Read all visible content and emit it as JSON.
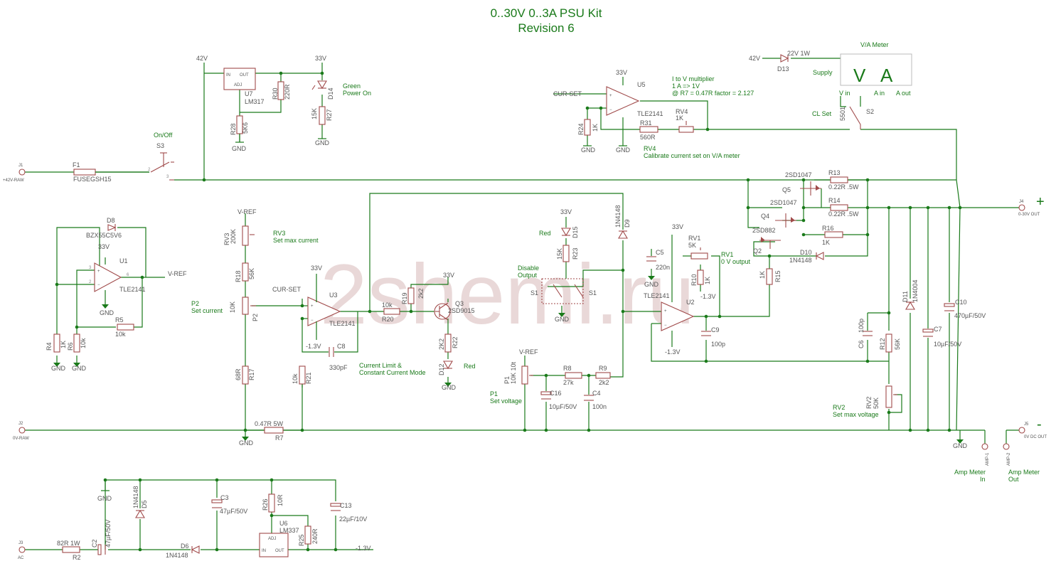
{
  "title": {
    "line1": "0..30V 0..3A PSU Kit",
    "line2": "Revision 6"
  },
  "watermark": "2shemi.ru",
  "colors": {
    "wire": "#1a7a1a",
    "component": "#a04a4a",
    "text": "#555555",
    "watermark": "#e2cccc"
  },
  "connectors": [
    {
      "ref": "J1",
      "name": "+42V-RAW"
    },
    {
      "ref": "J2",
      "name": "0V-RAW"
    },
    {
      "ref": "J3",
      "name": "AC"
    },
    {
      "ref": "J4",
      "name": "0-30V OUT",
      "sign": "+"
    },
    {
      "ref": "J5",
      "name": "0V DC OUT",
      "sign": "-"
    },
    {
      "ref": "AMP-1",
      "caption1": "Amp Meter",
      "caption2": "In"
    },
    {
      "ref": "AMP-2",
      "caption1": "Amp Meter",
      "caption2": "Out"
    }
  ],
  "nets": {
    "v42a": "42V",
    "v42b": "42V",
    "v33a": "33V",
    "v33b": "33V",
    "v33c": "33V",
    "v33d": "33V",
    "v33e": "33V",
    "v33f": "33V",
    "vref1": "V-REF",
    "vref2": "V-REF",
    "vref3": "V-REF",
    "curset1": "CUR-SET",
    "curset2": "CUR-SET",
    "neg1": "-1.3V",
    "neg2": "-1.3V",
    "neg3": "-1.3V",
    "neg4": "-1.3V",
    "gnd": "GND"
  },
  "fuse": {
    "ref": "F1",
    "value": "FUSEGSH15"
  },
  "switches": {
    "s3": {
      "ref": "S3",
      "label": "On/Off"
    },
    "s1": {
      "ref": "S1",
      "label1": "Disable",
      "label2": "Output"
    },
    "s2": {
      "ref": "S2",
      "label": "CL Set",
      "value": "5501"
    }
  },
  "resistors": {
    "r2": {
      "ref": "R2",
      "value": "82R 1W"
    },
    "r4": {
      "ref": "R4",
      "value": "1K"
    },
    "r5": {
      "ref": "R5",
      "value": "10k"
    },
    "r6": {
      "ref": "R6",
      "value": "10k"
    },
    "r7": {
      "ref": "R7",
      "value": "0.47R 5W"
    },
    "r8": {
      "ref": "R8",
      "value": "27k"
    },
    "r9": {
      "ref": "R9",
      "value": "2k2"
    },
    "r10": {
      "ref": "R10",
      "value": "1K"
    },
    "r12": {
      "ref": "R12",
      "value": "56K"
    },
    "r13": {
      "ref": "R13",
      "value": "0.22R .5W"
    },
    "r14": {
      "ref": "R14",
      "value": "0.22R .5W"
    },
    "r15": {
      "ref": "R15",
      "value": "1K"
    },
    "r16": {
      "ref": "R16",
      "value": "1K"
    },
    "r17": {
      "ref": "R17",
      "value": "68R"
    },
    "r18": {
      "ref": "R18",
      "value": "56K"
    },
    "r19": {
      "ref": "R19",
      "value": "2k2"
    },
    "r20": {
      "ref": "R20",
      "value": "10k"
    },
    "r21": {
      "ref": "R21",
      "value": "10k"
    },
    "r22": {
      "ref": "R22",
      "value": "2K2"
    },
    "r23": {
      "ref": "R23",
      "value": "15K"
    },
    "r24": {
      "ref": "R24",
      "value": "1K"
    },
    "r25": {
      "ref": "R25",
      "value": "240R"
    },
    "r26": {
      "ref": "R26",
      "value": "10R"
    },
    "r27": {
      "ref": "R27",
      "value": "15K"
    },
    "r28": {
      "ref": "R28",
      "value": "5K6"
    },
    "r30": {
      "ref": "R30",
      "value": "220R"
    },
    "r31": {
      "ref": "R31",
      "value": "560R"
    }
  },
  "pots": {
    "p1": {
      "ref": "P1",
      "value": "10K 10t",
      "caption": "Set voltage"
    },
    "p2": {
      "ref": "P2",
      "value": "10K",
      "caption": "Set current"
    },
    "rv1": {
      "ref": "RV1",
      "value": "5K",
      "caption": "0 V output"
    },
    "rv2": {
      "ref": "RV2",
      "value": "50K",
      "caption": "Set max voltage"
    },
    "rv3": {
      "ref": "RV3",
      "value": "200K",
      "caption": "Set max current"
    },
    "rv4": {
      "ref": "RV4",
      "value": "1K",
      "caption": "Calibrate current set on V/A meter"
    }
  },
  "capacitors": {
    "c2": {
      "ref": "C2",
      "value": "47µF/50V"
    },
    "c3": {
      "ref": "C3",
      "value": "47µF/50V"
    },
    "c4": {
      "ref": "C4",
      "value": "100n"
    },
    "c5": {
      "ref": "C5",
      "value": "220n"
    },
    "c6": {
      "ref": "C6",
      "value": "100p"
    },
    "c7": {
      "ref": "C7",
      "value": "10µF/50V"
    },
    "c8": {
      "ref": "C8",
      "value": "330pF"
    },
    "c9": {
      "ref": "C9",
      "value": "100p"
    },
    "c10": {
      "ref": "C10",
      "value": "470µF/50V"
    },
    "c13": {
      "ref": "C13",
      "value": "22µF/10V"
    },
    "c16": {
      "ref": "C16",
      "value": "10µF/50V"
    }
  },
  "diodes": {
    "d5": {
      "ref": "D5",
      "value": "1N4148"
    },
    "d6": {
      "ref": "D6",
      "value": "1N4148"
    },
    "d8": {
      "ref": "D8",
      "value": "BZX55C5V6"
    },
    "d9": {
      "ref": "D9",
      "value": "1N4148"
    },
    "d10": {
      "ref": "D10",
      "value": "1N4148"
    },
    "d11": {
      "ref": "D11",
      "value": "1N4004"
    },
    "d12": {
      "ref": "D12",
      "caption": "Red"
    },
    "d13": {
      "ref": "D13",
      "value": "22V 1W"
    },
    "d14": {
      "ref": "D14",
      "caption1": "Green",
      "caption2": "Power On"
    },
    "d15": {
      "ref": "D15",
      "caption": "Red"
    }
  },
  "transistors": {
    "q2": {
      "ref": "Q2",
      "value": "2SD882"
    },
    "q3": {
      "ref": "Q3",
      "value": "2SD9015"
    },
    "q4": {
      "ref": "Q4",
      "value": "2SD1047"
    },
    "q5": {
      "ref": "Q5",
      "value": "2SD1047"
    }
  },
  "ics": {
    "u1": {
      "ref": "U1",
      "value": "TLE2141"
    },
    "u2": {
      "ref": "U2",
      "value": "TLE2141"
    },
    "u3": {
      "ref": "U3",
      "value": "TLE2141"
    },
    "u5": {
      "ref": "U5",
      "value": "TLE2141"
    },
    "u6": {
      "ref": "U6",
      "value": "LM337",
      "pin_in": "IN",
      "pin_out": "OUT",
      "pin_adj": "ADJ"
    },
    "u7": {
      "ref": "U7",
      "value": "LM317",
      "pin_in": "IN",
      "pin_out": "OUT",
      "pin_adj": "ADJ"
    }
  },
  "meter": {
    "title": "V/A Meter",
    "supply": "Supply",
    "v": "V",
    "a": "A",
    "vin": "V in",
    "ain": "A in",
    "aout": "A out"
  },
  "notes": {
    "multiplier": [
      "I to V multiplier",
      "1 A => 1V",
      "@ R7 = 0.47R factor = 2.127"
    ],
    "climit": [
      "Current Limit &",
      "Constant Current Mode"
    ]
  }
}
